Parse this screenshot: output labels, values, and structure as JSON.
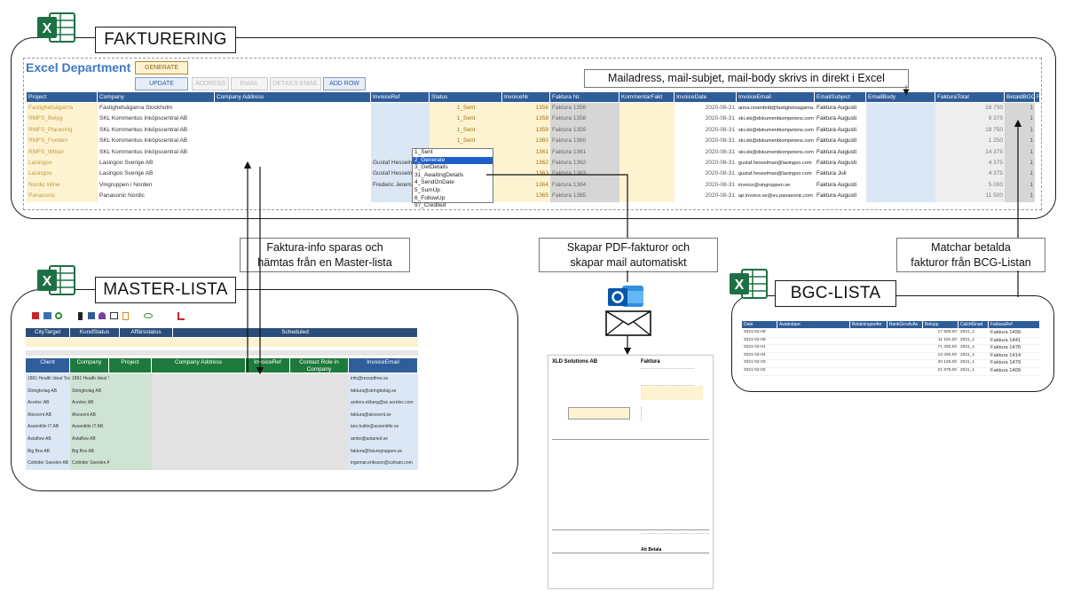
{
  "colors": {
    "excel_green": "#1d7044",
    "header_blue": "#2f5d99",
    "header_green": "#1e7a3c",
    "yellow_fill": "#fdf3d1",
    "blue_fill": "#dbe7f4",
    "gray_fill": "#d6d6d6",
    "accent_blue": "#2f6fbd"
  },
  "fakturering": {
    "title": "FAKTURERING",
    "department": "Excel Department",
    "buttons": {
      "generate": "GENERATE",
      "update": "UPDATE",
      "address": "ADDRESS",
      "email": "EMAIL",
      "details_email": "DETAILS EMAIL",
      "add_row": "ADD ROW"
    },
    "callout": "Mailadress, mail-subjet, mail-body skrivs in direkt i Excel",
    "headers": [
      "Project",
      "Company",
      "Company Address",
      "InvoiceRef",
      "Status",
      "InvoiceNr",
      "Faktura Nr.",
      "KommentarFakt",
      "InvoiceDate",
      "InvoiceEmail",
      "EmailSubject",
      "EmailBody",
      "FakturaTotal",
      "BetaldBGC",
      "F"
    ],
    "rows": [
      {
        "status": "1_Sent",
        "nr": "1356",
        "fnr": "Faktura 1356",
        "date": "2020-08-31",
        "email": "anna.rosenfeld@fastighetsagarna.se",
        "subject": "Faktura Augusti",
        "total": "18 750",
        "bgc": "1"
      },
      {
        "status": "1_Sent",
        "nr": "1358",
        "fnr": "Faktura 1358",
        "date": "2020-08-31",
        "email": "ski.ski@dokumentkompetens.com",
        "subject": "Faktura Augusti",
        "total": "9 375",
        "bgc": "1"
      },
      {
        "status": "1_Sent",
        "nr": "1359",
        "fnr": "Faktura 1359",
        "date": "2020-08-31",
        "email": "ski.ski@dokumentkompetens.com",
        "subject": "Faktura Augusti",
        "total": "18 750",
        "bgc": "1"
      },
      {
        "status": "1_Sent",
        "nr": "1360",
        "fnr": "Faktura 1360",
        "date": "2020-08-31",
        "email": "ski.ski@dokumentkompetens.com",
        "subject": "Faktura Augusti",
        "total": "1 250",
        "bgc": "1"
      },
      {
        "status": "",
        "nr": "1361",
        "fnr": "Faktura 1361",
        "date": "2020-08-31",
        "email": "ski.ski@dokumentkompetens.com",
        "subject": "Faktura Augusti",
        "total": "14 375",
        "bgc": "1"
      },
      {
        "status": "",
        "nr": "1362",
        "fnr": "Faktura 1362",
        "date": "2020-08-31",
        "email": "gustaf.hesselman@lasingoo.com",
        "subject": "Faktura Augusti",
        "total": "4 375",
        "bgc": "1"
      },
      {
        "status": "",
        "nr": "1363",
        "fnr": "Faktura 1363",
        "date": "2020-08-31",
        "email": "gustaf.hesselman@lasingoo.com",
        "subject": "Faktura Juli",
        "total": "4 375",
        "bgc": "1"
      },
      {
        "status": "",
        "nr": "1364",
        "fnr": "Faktura 1364",
        "date": "2020-08-31",
        "email": "invoice@vingruppen.se",
        "subject": "Faktura Augusti",
        "total": "5 000",
        "bgc": "1"
      },
      {
        "status": "",
        "nr": "1365",
        "fnr": "Faktura 1365",
        "date": "2020-08-31",
        "email": "ap.invoice.se@eu.panasonic.com",
        "subject": "Faktura Augusti",
        "total": "11 500",
        "bgc": "1"
      }
    ],
    "projects": [
      "Fastighetsägarna",
      "RMFS_Betyg",
      "RMFS_Planering",
      "RMFS_Fonden",
      "RMFS_Wilder",
      "Lasingoo",
      "Lasingoo",
      "Nordic Wine",
      "Panasonic"
    ],
    "companies": [
      "Fastighetsägarna Stockholm",
      "SKL Kommentus Inköpscentral AB",
      "SKL Kommentus Inköpscentral AB",
      "SKL Kommentus Inköpscentral AB",
      "SKL Kommentus Inköpscentral AB",
      "Lasingoo Sverige AB",
      "Lasingoo Sverige AB",
      "Vingruppen i Norden",
      "Panasonic Nordic"
    ],
    "refs": [
      "",
      "",
      "",
      "",
      "",
      "Gustaf Hesselman",
      "Gustaf Hesselman",
      "Frederic Jeremias",
      ""
    ],
    "dropdown": [
      "1_Sent",
      "2_Generate",
      "3_GetDetails",
      "31_AwaitingDetails",
      "4_SendOnDate",
      "5_SumUp",
      "6_FollowUp",
      "97_Credited"
    ],
    "dropdown_selected": "2_Generate"
  },
  "master": {
    "title": "MASTER-LISTA",
    "callout_line1": "Faktura-info sparas och",
    "callout_line2": "hämtas från en Master-lista",
    "top_headers": [
      "CityTarget",
      "KundStatus",
      "Affärsstatus",
      "Scheduled"
    ],
    "headers": [
      "Client",
      "Company",
      "Project",
      "Company Address",
      "InvoiceRef",
      "Contact Role in Company",
      "InvoiceEmail"
    ],
    "clients": [
      "1891 Health Ideal Tech",
      "Stringbolag AB",
      "Acrelec AB",
      "Alsocent AB",
      "Assentitle IT AB",
      "Astaflow AB",
      "Big Box AB",
      "Coltrider Sweden AB"
    ],
    "emails": [
      "info@receptfree.se",
      "faktura@stringbolag.se",
      "anders.ekberg@se.acrelec.com",
      "faktura@alsocent.se",
      "lars.hultin@assentitle.se",
      "ambo@astaried.se",
      "faktura@futuregruppen.se",
      "ingemar.eriksson@coltrain.com"
    ]
  },
  "pdf": {
    "callout_line1": "Skapar PDF-fakturor och",
    "callout_line2": "skapar mail automatiskt",
    "company": "XLD Solutions AB",
    "doc_title": "Faktura",
    "to_pay": "Att Betala"
  },
  "bgc": {
    "title": "BGC-LISTA",
    "callout_line1": "Matchar betalda",
    "callout_line2": "fakturor från BCG-Listan",
    "headers": [
      "Date",
      "Avsändare",
      "Betalningsrefer",
      "BankGiroAvAv",
      "Belopp",
      "CalcMånad",
      "FakturaRef"
    ],
    "rows": [
      {
        "date": "2021-02-09",
        "amount": "17 500,00",
        "month": "2021_1",
        "ref": "Faktura 1499"
      },
      {
        "date": "2021-02-09",
        "amount": "11 181,00",
        "month": "2021_1",
        "ref": "Faktura 1441"
      },
      {
        "date": "2021-02-01",
        "amount": "71 430,00",
        "month": "2021_1",
        "ref": "Faktura 1476"
      },
      {
        "date": "2021-02-04",
        "amount": "13 430,00",
        "month": "2021_1",
        "ref": "Faktura 1414"
      },
      {
        "date": "2021-02-03",
        "amount": "20 125,00",
        "month": "2021_1",
        "ref": "Faktura 1479"
      },
      {
        "date": "2021-02-02",
        "amount": "21 875,00",
        "month": "2021_1",
        "ref": "Faktura 1409"
      }
    ]
  }
}
